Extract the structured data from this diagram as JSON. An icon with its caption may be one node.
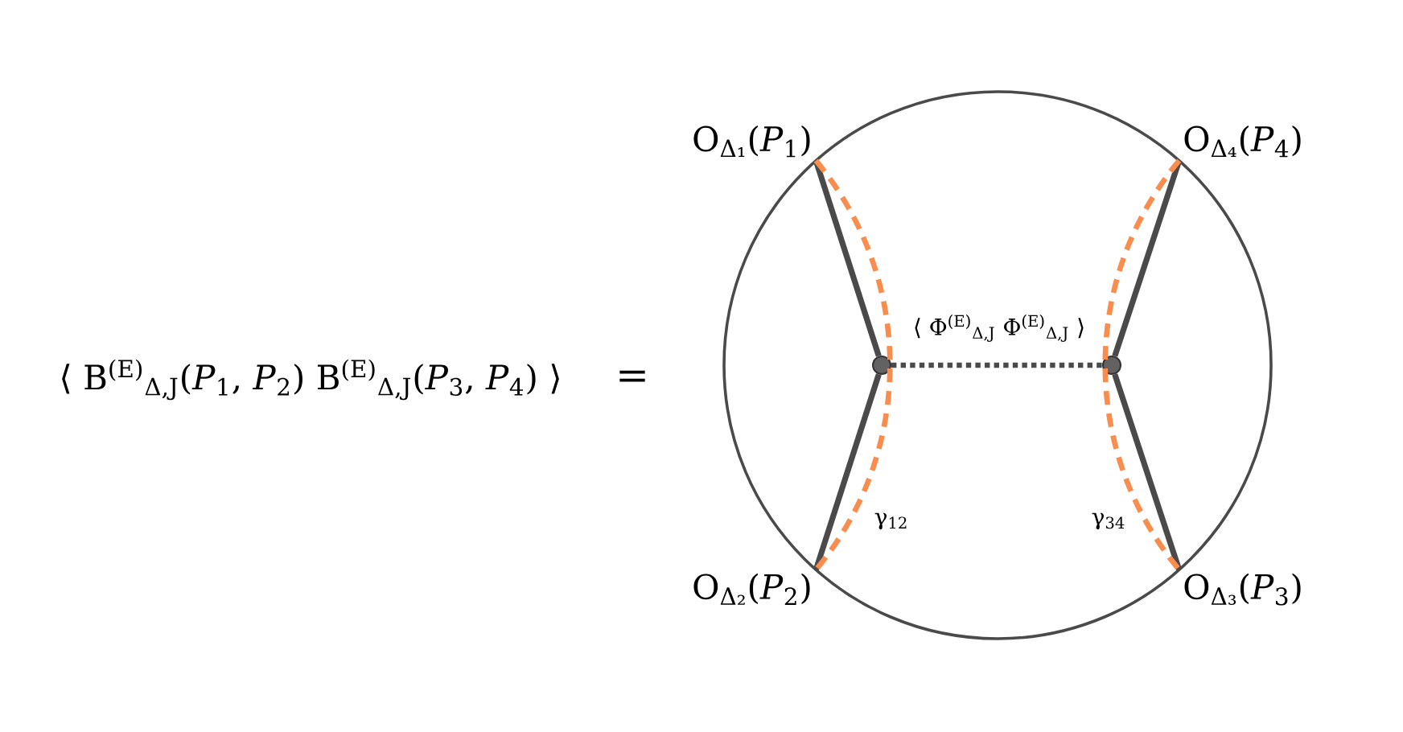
{
  "diagram": {
    "nodes": [
      {
        "text": [],
        "shape": "circle"
      },
      {
        "text": [
          "O$_{Δ₁}$(*P*$_{1}$)"
        ]
      },
      {
        "text": [
          "O$_{Δ₄}$(*P*$_{4}$)"
        ]
      },
      {
        "text": [],
        "shape": "circle",
        "in": 0
      },
      {
        "text": [],
        "shape": "circle",
        "in": 0
      },
      {
        "text": [
          "O$_{Δ₂}$(*P*$_{2}$)"
        ]
      },
      {
        "text": [
          "O$_{Δ₃}$(*P*$_{3}$)"
        ]
      }
    ],
    "edges": [
      {
        "from": 1,
        "to": 3,
        "arrow": "none"
      },
      {
        "from": 2,
        "to": 4,
        "arrow": "none"
      },
      {
        "from": 3,
        "to": 4,
        "arrow": "none",
        "style": "dashed",
        "label": "⟨ Φ$^{(E)}$$_{Δ,J}$ Φ$^{(E)}$$_{Δ,J}$ ⟩"
      },
      {
        "from": 5,
        "to": 3,
        "arrow": "none"
      },
      {
        "from": 6,
        "to": 4,
        "arrow": "none"
      },
      {
        "from": 1,
        "to": 5,
        "arrow": "none",
        "style": "dashed",
        "color": "#f98d4e",
        "label": "γ$_{12}$"
      },
      {
        "from": 2,
        "to": 6,
        "arrow": "none",
        "style": "dashed",
        "color": "#f98d4e",
        "label": "γ$_{34}$"
      }
    ],
    "labels": [
      "⟨ B$^{(E)}$$_{Δ,J}$(*P*$_{1}$, *P*$_{2}$) B$^{(E)}$$_{Δ,J}$(*P*$_{3}$, *P*$_{4}$) ⟩",
      "="
    ]
  }
}
